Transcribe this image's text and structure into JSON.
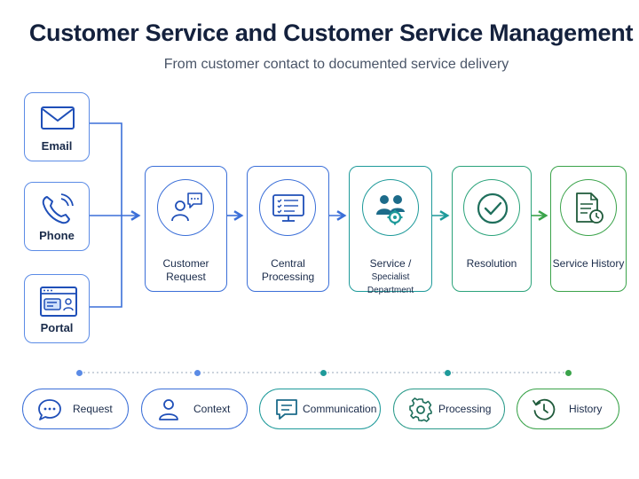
{
  "header": {
    "title": "Customer Service and Customer Service Management",
    "subtitle": "From customer contact to documented service delivery"
  },
  "channels": [
    {
      "label": "Email",
      "icon": "envelope-icon"
    },
    {
      "label": "Phone",
      "icon": "phone-icon"
    },
    {
      "label": "Portal",
      "icon": "portal-window-icon"
    }
  ],
  "steps": [
    {
      "line1": "Customer",
      "line2": "Request",
      "icon": "person-chat-icon",
      "color": "#3b6fd8"
    },
    {
      "line1": "Central",
      "line2": "Processing",
      "icon": "monitor-checklist-icon",
      "color": "#3b6fd8"
    },
    {
      "line1": "Service /",
      "line2": "Specialist Department",
      "icon": "team-gear-icon",
      "color": "#1e9a9a"
    },
    {
      "line1": "Resolution",
      "line2": "",
      "icon": "check-circle-icon",
      "color": "#2aa37a"
    },
    {
      "line1": "Service History",
      "line2": "",
      "icon": "document-clock-icon",
      "color": "#3aa34a"
    }
  ],
  "features": [
    {
      "label": "Request",
      "icon": "chat-bubble-icon",
      "color": "#3b6fd8"
    },
    {
      "label": "Context",
      "icon": "person-icon",
      "color": "#3b6fd8"
    },
    {
      "label": "Communication",
      "icon": "message-icon",
      "color": "#1e9a9a"
    },
    {
      "label": "Processing",
      "icon": "gear-icon",
      "color": "#2a9a8a"
    },
    {
      "label": "History",
      "icon": "history-icon",
      "color": "#3aa34a"
    }
  ]
}
